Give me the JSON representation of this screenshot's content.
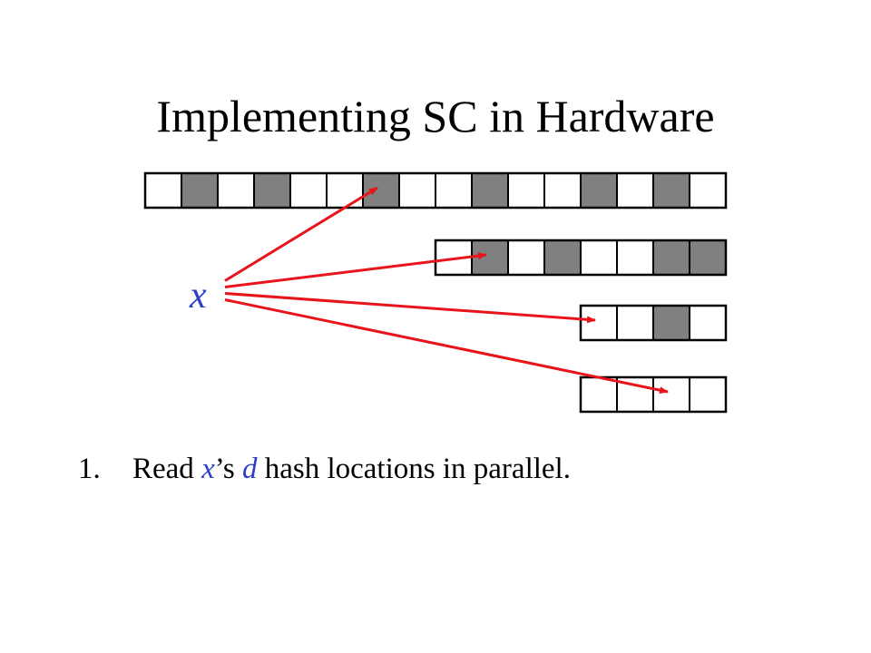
{
  "title": "Implementing SC in Hardware",
  "diagram": {
    "key_label": "x",
    "colors": {
      "filled_cell": "#808080",
      "empty_cell": "#ffffff",
      "cell_border": "#000000",
      "arrow": "#e8141b",
      "key": "#2b3fc8"
    },
    "tables": [
      {
        "name": "table-1",
        "cells": [
          0,
          1,
          0,
          1,
          0,
          0,
          1,
          0,
          0,
          1,
          0,
          0,
          1,
          0,
          1,
          0
        ]
      },
      {
        "name": "table-2",
        "cells": [
          0,
          1,
          0,
          1,
          0,
          0,
          1,
          1
        ]
      },
      {
        "name": "table-3",
        "cells": [
          0,
          0,
          1,
          0
        ]
      },
      {
        "name": "table-4",
        "cells": [
          0,
          0,
          0,
          0
        ]
      }
    ],
    "arrows": [
      {
        "table": 0,
        "cell": 6
      },
      {
        "table": 1,
        "cell": 1
      },
      {
        "table": 2,
        "cell": 0
      },
      {
        "table": 3,
        "cell": 2
      }
    ]
  },
  "step": {
    "number": "1.",
    "part1": "Read ",
    "var": "x",
    "part2": "’s ",
    "d": "d",
    "part3": " hash locations in parallel."
  }
}
